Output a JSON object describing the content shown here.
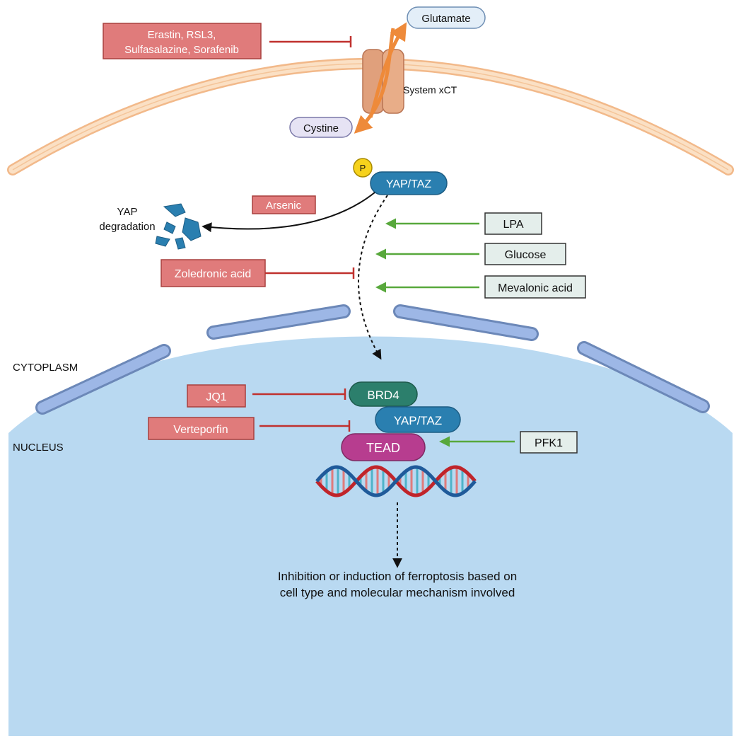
{
  "regions": {
    "cytoplasm_label": "CYTOPLASM",
    "nucleus_label": "NUCLEUS"
  },
  "membrane": {
    "transporter_label": "System xCT",
    "glutamate_label": "Glutamate",
    "cystine_label": "Cystine"
  },
  "inhibitors": {
    "xct_line1": "Erastin, RSL3,",
    "xct_line2": "Sulfasalazine, Sorafenib",
    "arsenic": "Arsenic",
    "zoledronic": "Zoledronic acid",
    "jq1": "JQ1",
    "verteporfin": "Verteporfin"
  },
  "activators": {
    "lpa": "LPA",
    "glucose": "Glucose",
    "mevalonic": "Mevalonic acid",
    "pfk1": "PFK1"
  },
  "proteins": {
    "phospho": "P",
    "yap_taz_cyto": "YAP/TAZ",
    "brd4": "BRD4",
    "yap_taz_nuc": "YAP/TAZ",
    "tead": "TEAD"
  },
  "degradation": {
    "line1": "YAP",
    "line2": "degradation"
  },
  "outcome": {
    "line1": "Inhibition or induction of ferroptosis based on",
    "line2": "cell type and molecular mechanism involved"
  },
  "colors": {
    "inhibitor_fill": "#e07b7b",
    "inhibitor_line": "#c0312e",
    "activator_fill": "#e4eeeb",
    "activator_line": "#58a83c",
    "yap_taz": "#2a7fb0",
    "brd4": "#2c7f6c",
    "tead": "#b73d8f",
    "nucleus_fill": "#b9d9f1",
    "membrane": "#f7d3ab",
    "nuclear_envelope": "#9db7e6"
  }
}
